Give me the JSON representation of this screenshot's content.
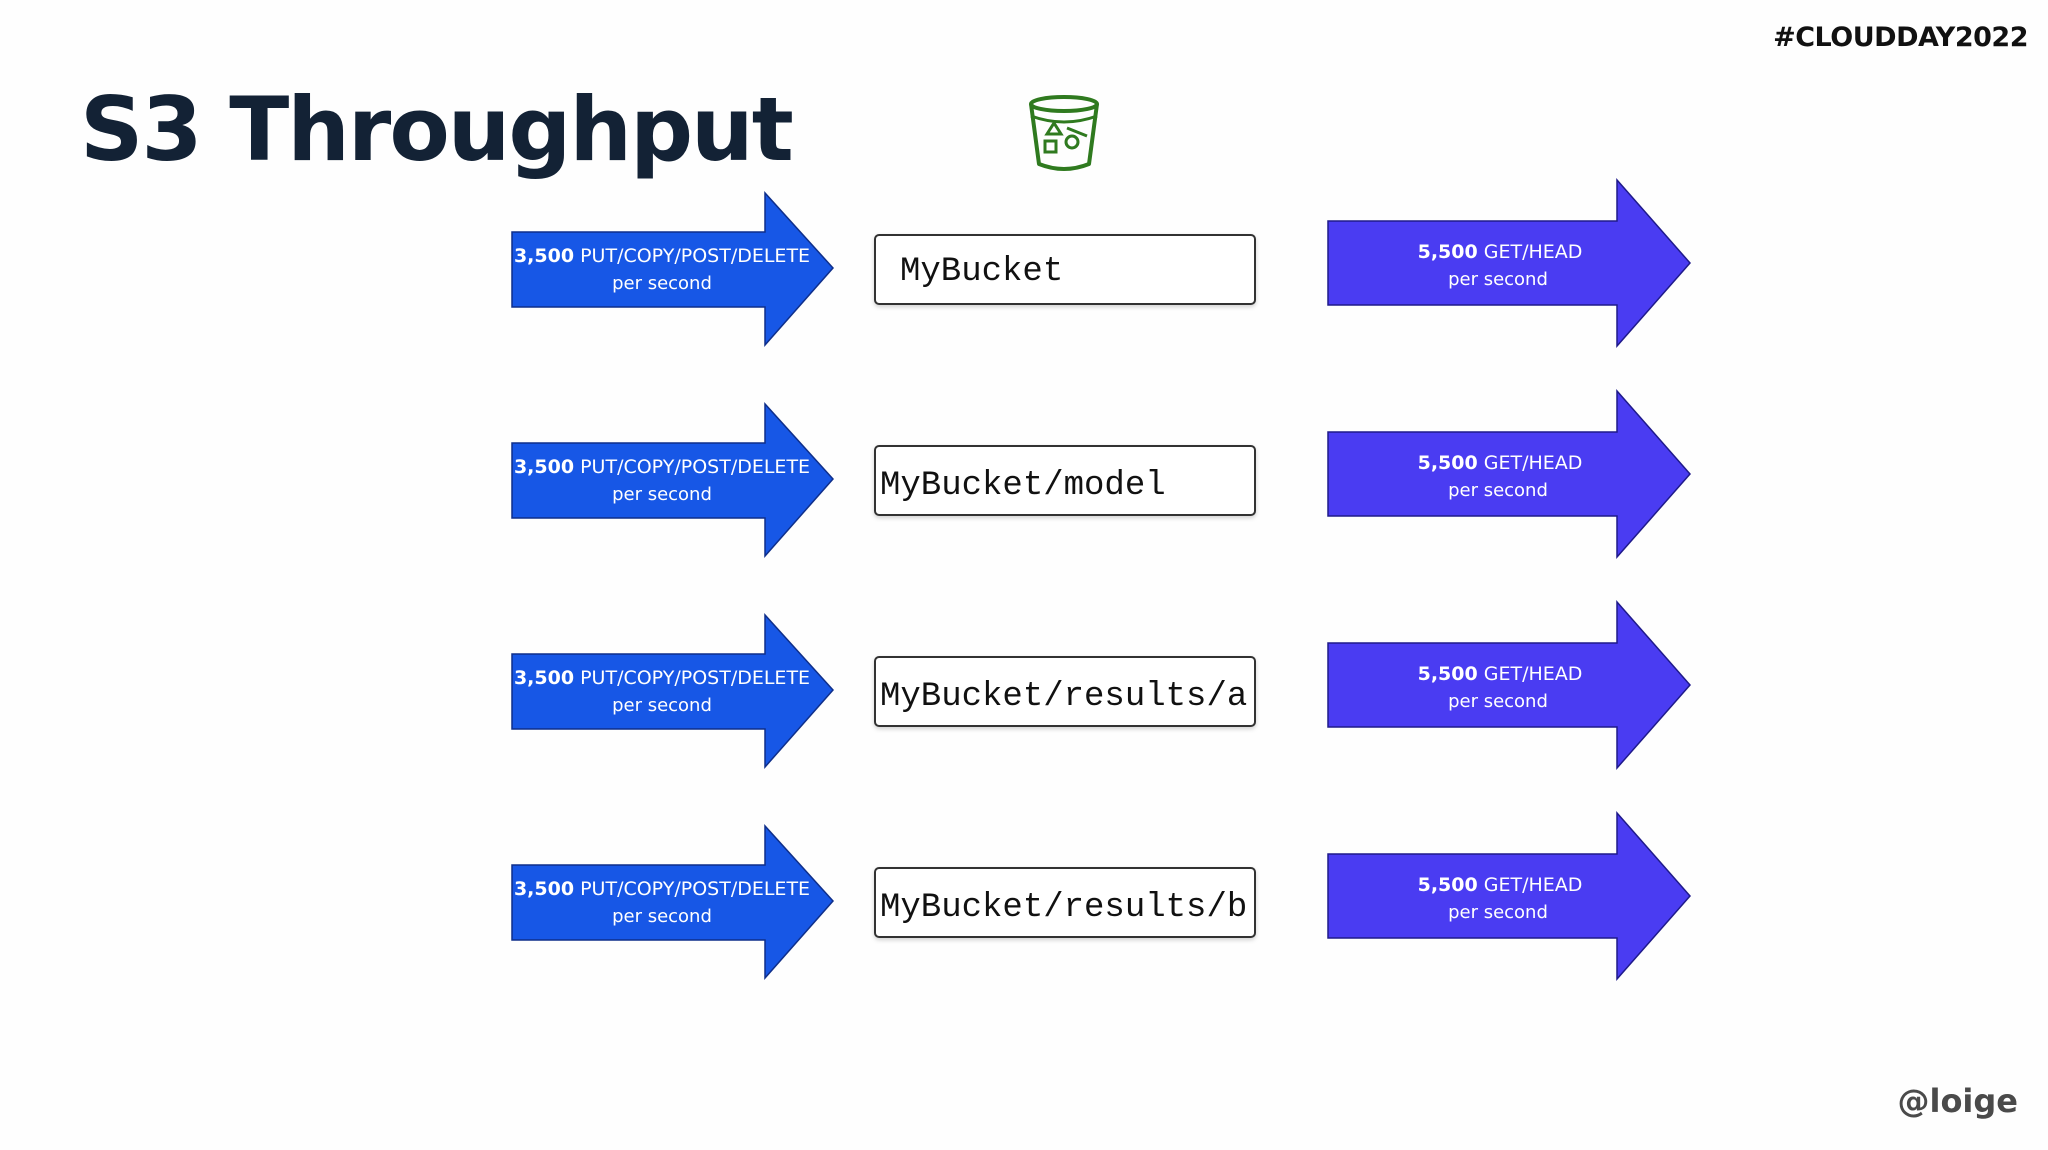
{
  "header": {
    "hashtag": "#CLOUDDAY2022",
    "title": "S3 Throughput",
    "handle": "@loige"
  },
  "icons": {
    "bucket": "s3-bucket-icon"
  },
  "colors": {
    "put_arrow": "#1757e6",
    "get_arrow": "#4a3cf2",
    "title": "#132235",
    "bucket_icon": "#2f7a1f"
  },
  "rows": [
    {
      "put_value": "3,500",
      "put_ops": "PUT/COPY/POST/DELETE",
      "put_rate": "per second",
      "prefix": "MyBucket",
      "get_value": "5,500",
      "get_ops": "GET/HEAD",
      "get_rate": "per second"
    },
    {
      "put_value": "3,500",
      "put_ops": "PUT/COPY/POST/DELETE",
      "put_rate": "per second",
      "prefix": "MyBucket/model",
      "get_value": "5,500",
      "get_ops": "GET/HEAD",
      "get_rate": "per second"
    },
    {
      "put_value": "3,500",
      "put_ops": "PUT/COPY/POST/DELETE",
      "put_rate": "per second",
      "prefix": "MyBucket/results/a",
      "get_value": "5,500",
      "get_ops": "GET/HEAD",
      "get_rate": "per second"
    },
    {
      "put_value": "3,500",
      "put_ops": "PUT/COPY/POST/DELETE",
      "put_rate": "per second",
      "prefix": "MyBucket/results/b",
      "get_value": "5,500",
      "get_ops": "GET/HEAD",
      "get_rate": "per second"
    }
  ]
}
